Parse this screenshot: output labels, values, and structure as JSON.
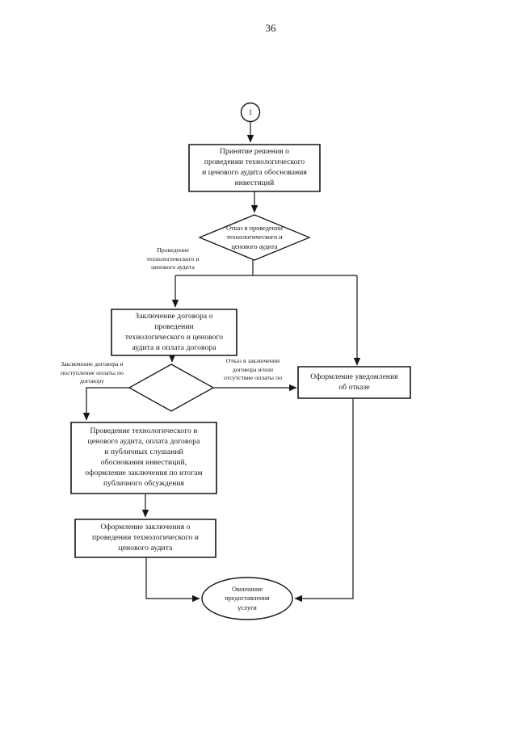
{
  "page": {
    "number": "36"
  },
  "flowchart": {
    "start_connector_label": "1",
    "nodes": {
      "audit_decision": "Принятие решения о\nпроведении технологического\nи ценового аудита обоснования\nинвестиций",
      "refusal_decision": "Отказ в проведении\nтехнологического и\nценового аудита",
      "contract_conclusion": "Заключение договора о\nпроведении\nтехнологического и ценового\nаудита и оплата договора",
      "refusal_notice": "Оформление уведомления\nоб отказе",
      "audit_execution": "Проведение технологического и\nценового аудита, оплата договора\nи публичных слушаний\nобоснования инвестиций,\nоформление заключения по итогам\nпубличного обсуждения",
      "conclusion_registration": "Оформление заключения о\nпроведении технологического и\nценового аудита",
      "end_terminator": "Окончание\nпредоставления\nуслуги"
    },
    "edge_labels": {
      "audit_proceed": "Проведение\nтехнологического и\nценового аудита",
      "contract_concluded": "Заключение договора и\nпоступление оплаты по\nдоговору",
      "contract_refused": "Отказ в заключении\nдоговора и/или\nотсутствие оплаты по"
    }
  },
  "colors": {
    "ink": "#161616",
    "paper": "#ffffff"
  }
}
